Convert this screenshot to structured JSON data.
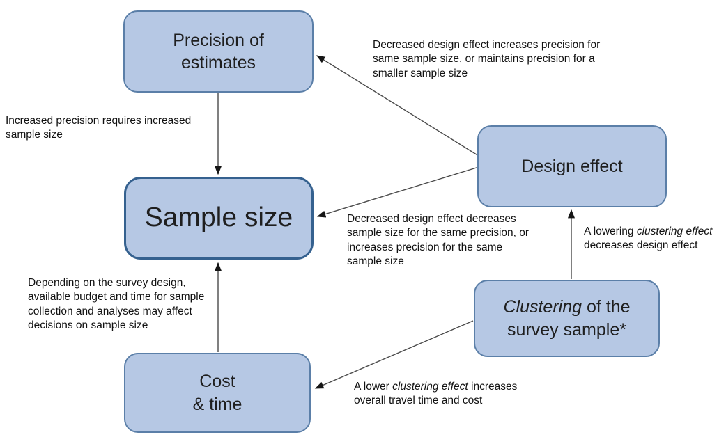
{
  "diagram": {
    "boxes": {
      "precision": {
        "line1": "Precision of",
        "line2": "estimates"
      },
      "sample_size": {
        "label": "Sample size"
      },
      "design_effect": {
        "label": "Design effect"
      },
      "clustering": {
        "italic": "Clustering",
        "rest": " of the",
        "line2": "survey sample*"
      },
      "cost_time": {
        "line1": "Cost",
        "line2": "& time"
      }
    },
    "notes": {
      "design_to_precision": "Decreased design effect increases precision for same sample size, or maintains precision for a smaller sample size",
      "precision_to_sample": "Increased precision requires increased sample size",
      "design_to_sample": "Decreased design effect decreases sample size for the same precision, or increases precision for the same sample size",
      "clustering_to_design": {
        "prefix": "A lowering ",
        "italic": "clustering effect",
        "suffix": " decreases design effect"
      },
      "cost_to_sample": "Depending on the survey design, available budget and time for sample collection and analyses may affect decisions on sample size",
      "clustering_to_cost": {
        "prefix": "A lower ",
        "italic": "clustering effect",
        "suffix": " increases overall travel time and cost"
      }
    },
    "edges": [
      {
        "from": "Precision of estimates",
        "to": "Sample size"
      },
      {
        "from": "Design effect",
        "to": "Precision of estimates"
      },
      {
        "from": "Design effect",
        "to": "Sample size"
      },
      {
        "from": "Cost & time",
        "to": "Sample size"
      },
      {
        "from": "Clustering of the survey sample*",
        "to": "Design effect"
      },
      {
        "from": "Clustering of the survey sample*",
        "to": "Cost & time"
      }
    ],
    "colors": {
      "box_fill": "#b6c8e4",
      "box_border": "#5b7fa8",
      "sample_border": "#35618f",
      "arrow": "#4a4a4a"
    }
  }
}
